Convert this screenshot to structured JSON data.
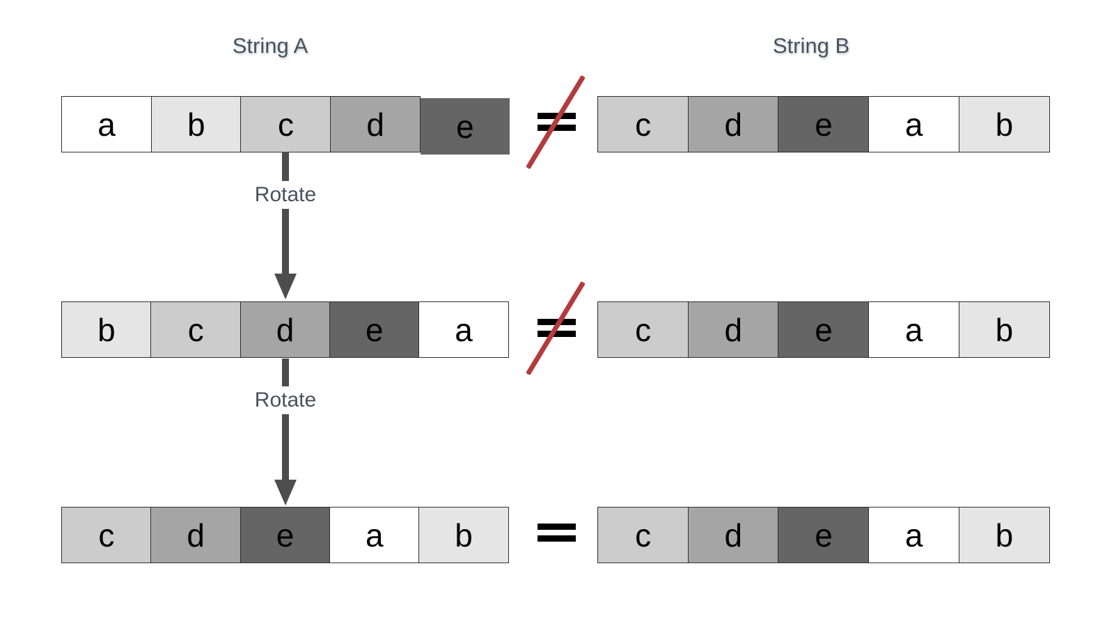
{
  "string_a": {
    "title": "String A",
    "states": [
      {
        "cells": [
          "a",
          "b",
          "c",
          "d",
          "e"
        ]
      },
      {
        "cells": [
          "b",
          "c",
          "d",
          "e",
          "a"
        ]
      },
      {
        "cells": [
          "c",
          "d",
          "e",
          "a",
          "b"
        ]
      }
    ]
  },
  "string_b": {
    "title": "String B",
    "cells": [
      "c",
      "d",
      "e",
      "a",
      "b"
    ]
  },
  "rotate_label": "Rotate",
  "comparisons": [
    "not-equal",
    "not-equal",
    "equal"
  ],
  "colors": {
    "cell_fill_a": "#ffffff",
    "cell_fill_b": "#e5e5e5",
    "cell_fill_c": "#cccccc",
    "cell_fill_d": "#a5a5a5",
    "cell_fill_e": "#656565",
    "cell_border": "#2e2e2e",
    "letter_text": "#000000",
    "title_text": "#47525d",
    "arrow": "#4d4d4d",
    "equals": "#000000",
    "slash_red": "#b33b3f"
  }
}
